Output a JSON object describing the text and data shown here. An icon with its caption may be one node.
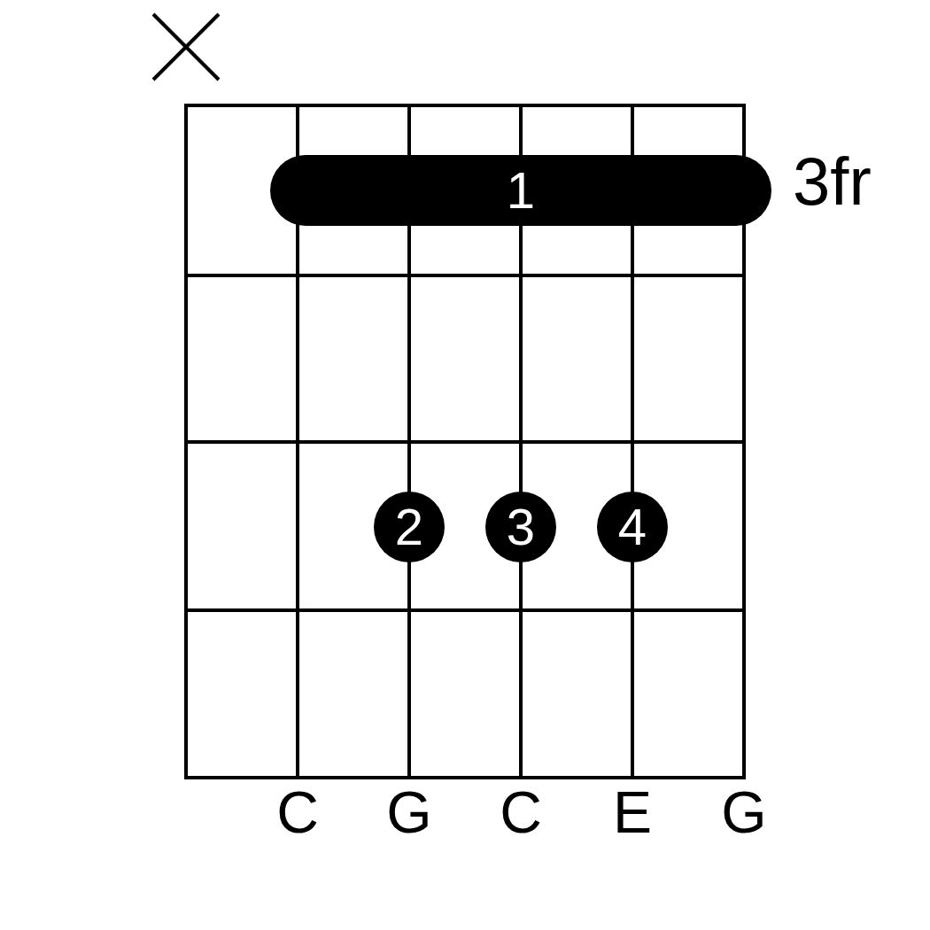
{
  "diagram": {
    "nodes": [
      {
        "text": [
          "1"
        ]
      },
      {
        "text": [
          "2"
        ]
      },
      {
        "text": [
          "3"
        ]
      },
      {
        "text": [
          "4"
        ]
      }
    ],
    "labels": [
      "3fr",
      "C",
      "G",
      "C",
      "E",
      "G"
    ]
  }
}
